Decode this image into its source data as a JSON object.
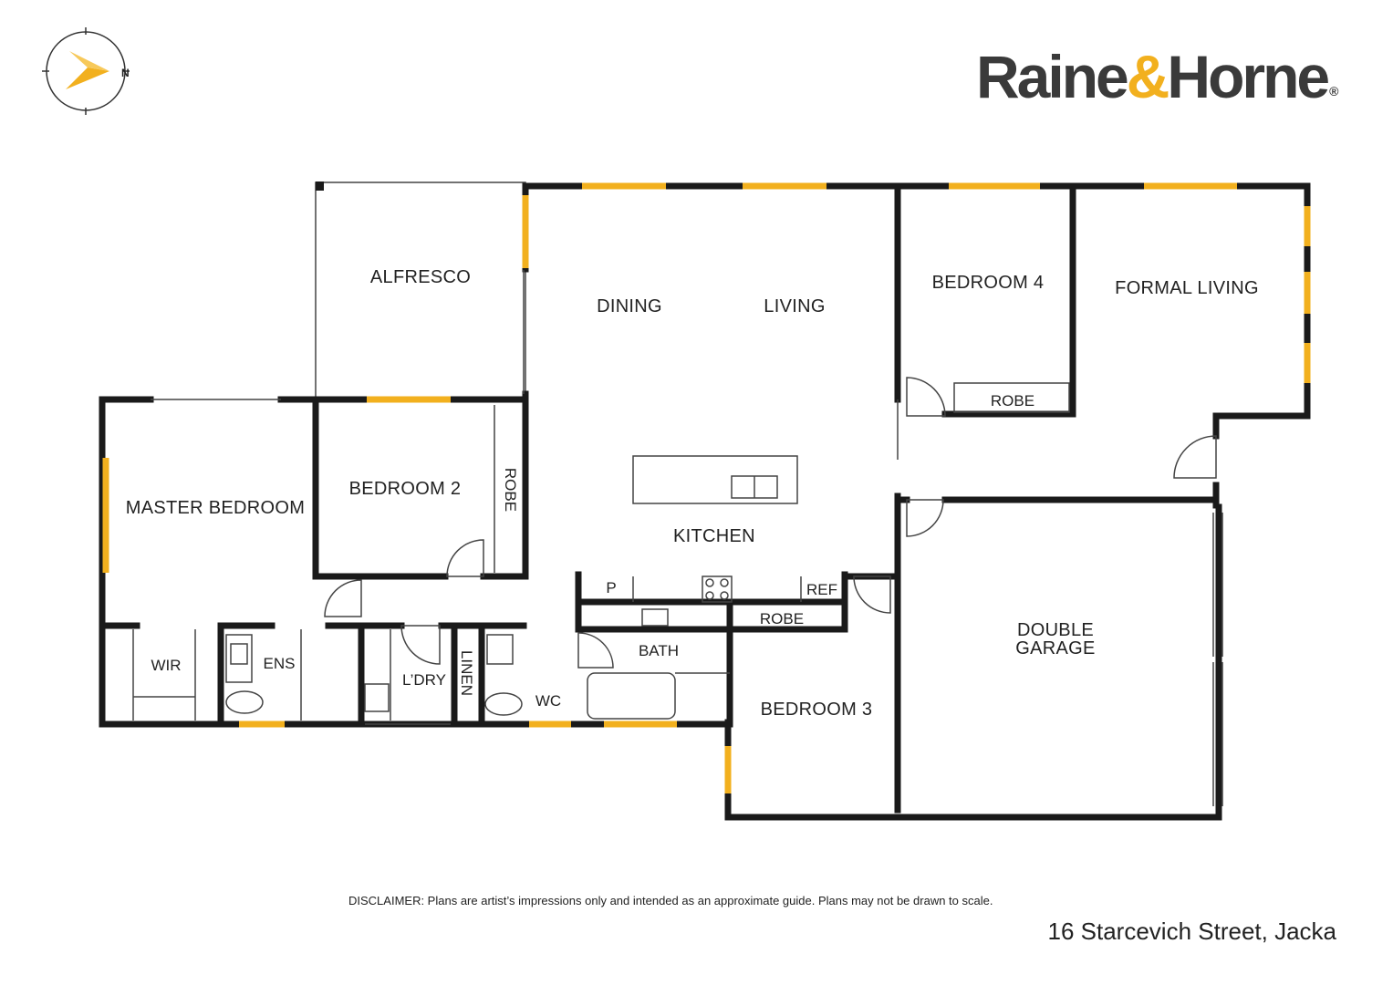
{
  "compass": {
    "north_label": "N",
    "icon": "compass-north-icon"
  },
  "logo": {
    "part1": "Raine",
    "amp": "&",
    "part2": "Horne",
    "registered": "®"
  },
  "colors": {
    "wall": "#1a1a1a",
    "window": "#f2b01e",
    "logo_gray": "#3a3a3a",
    "logo_amp": "#f2b01e"
  },
  "rooms": {
    "alfresco": "ALFRESCO",
    "dining": "DINING",
    "living": "LIVING",
    "bedroom4": "BEDROOM 4",
    "formal_living": "FORMAL LIVING",
    "robe_bed4": "ROBE",
    "master_bedroom": "MASTER BEDROOM",
    "bedroom2": "BEDROOM 2",
    "robe_bed2": "ROBE",
    "kitchen": "KITCHEN",
    "pantry": "P",
    "ref": "REF",
    "robe_bed3": "ROBE",
    "bath": "BATH",
    "wir": "WIR",
    "ens": "ENS",
    "laundry": "L’DRY",
    "linen": "LINEN",
    "wc": "WC",
    "bedroom3": "BEDROOM 3",
    "garage_line1": "DOUBLE",
    "garage_line2": "GARAGE"
  },
  "disclaimer": "DISCLAIMER: Plans are artist’s impressions only and intended as an approximate guide. Plans may not be drawn to scale.",
  "address": "16 Starcevich Street, Jacka"
}
